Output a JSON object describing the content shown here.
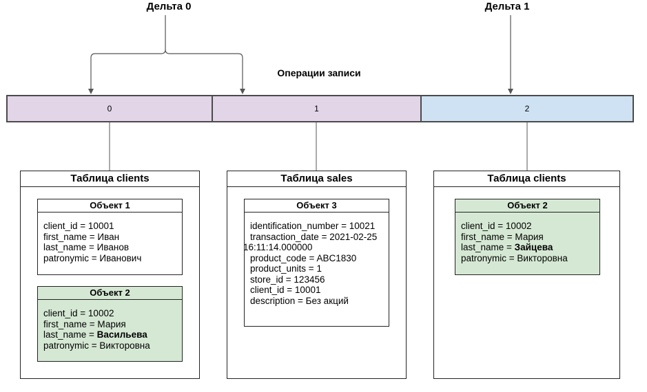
{
  "deltas": [
    {
      "label": "Дельта 0"
    },
    {
      "label": "Дельта 1"
    }
  ],
  "operations_title": "Операции записи",
  "segments": [
    {
      "label": "0",
      "color": "#e1d5e7"
    },
    {
      "label": "1",
      "color": "#e1d5e7"
    },
    {
      "label": "2",
      "color": "#cfe2f3"
    }
  ],
  "tables": [
    {
      "title": "Таблица clients",
      "objects": [
        {
          "title": "Объект 1",
          "color": "#ffffff",
          "lines": [
            {
              "key": "client_id = ",
              "value": "10001"
            },
            {
              "key": "first_name = ",
              "value": "Иван"
            },
            {
              "key": "last_name = ",
              "value": "Иванов"
            },
            {
              "key": "patronymic = ",
              "value": "Иванович"
            }
          ]
        },
        {
          "title": "Объект 2",
          "color": "#d5e8d4",
          "lines": [
            {
              "key": "client_id = ",
              "value": "10002"
            },
            {
              "key": "first_name = ",
              "value": "Мария"
            },
            {
              "key": "last_name = ",
              "value": "Васильева",
              "bold": true
            },
            {
              "key": "patronymic = ",
              "value": "Викторовна"
            }
          ]
        }
      ]
    },
    {
      "title": "Таблица sales",
      "objects": [
        {
          "title": "Объект 3",
          "color": "#ffffff",
          "lines": [
            {
              "key": "identification_number = ",
              "value": "10021"
            },
            {
              "key": "transaction_date = ",
              "value": "2021-02-25"
            },
            {
              "key": "",
              "value": "16:11:14.000000",
              "outdent": true
            },
            {
              "key": "product_code = ",
              "value": "ABC1830"
            },
            {
              "key": "product_units = ",
              "value": "1"
            },
            {
              "key": "store_id = ",
              "value": "123456"
            },
            {
              "key": "client_id = ",
              "value": "10001"
            },
            {
              "key": "description = ",
              "value": "Без акций"
            }
          ]
        }
      ]
    },
    {
      "title": "Таблица clients",
      "objects": [
        {
          "title": "Объект 2",
          "color": "#d5e8d4",
          "lines": [
            {
              "key": "client_id = ",
              "value": "10002"
            },
            {
              "key": "first_name = ",
              "value": "Мария"
            },
            {
              "key": "last_name = ",
              "value": "Зайцева",
              "bold": true
            },
            {
              "key": "patronymic = ",
              "value": "Викторовна"
            }
          ]
        }
      ]
    }
  ]
}
